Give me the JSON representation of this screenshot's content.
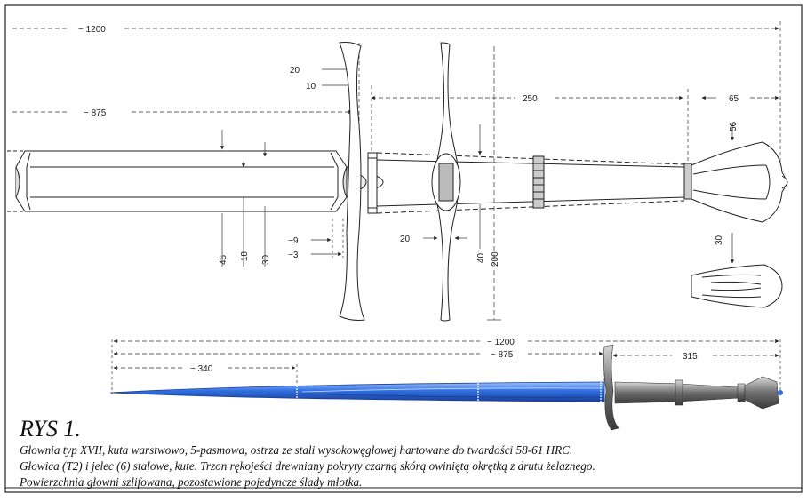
{
  "figure": {
    "title": "RYS 1.",
    "description_lines": [
      "Głownia typ XVII, kuta warstwowo, 5-pasmowa, ostrza ze stali wysokowęglowej hartowane do  twardości 58-61 HRC.",
      "Głowica (T2) i jelec (6) stalowe, kute. Trzon rękojeści drewniany pokryty czarną skórą owiniętą okrętką z drutu żelaznego.",
      "Powierzchnia głowni szlifowana, pozostawione pojedyncze ślady młotka."
    ]
  },
  "dimensions": {
    "overall_top": "~ 1200",
    "blade_top": "~ 875",
    "cross_20": "20",
    "cross_10": "10",
    "grip_250": "250",
    "pommel_65": "65",
    "pommel_56": "56",
    "blade_46": "46",
    "blade_18": "~18",
    "blade_30": "30",
    "ricasso_9": "~9",
    "ricasso_3": "~3",
    "guard_20": "20",
    "guard_40": "40",
    "guard_200": "200",
    "pommel_30": "30",
    "overall_bottom": "~ 1200",
    "blade_bottom": "~ 875",
    "fuller_340": "~ 340",
    "hilt_315": "315"
  },
  "colors": {
    "blade_blue": "#2f6fe0",
    "hilt_grey": "#6e6e6e",
    "line": "#222222"
  }
}
